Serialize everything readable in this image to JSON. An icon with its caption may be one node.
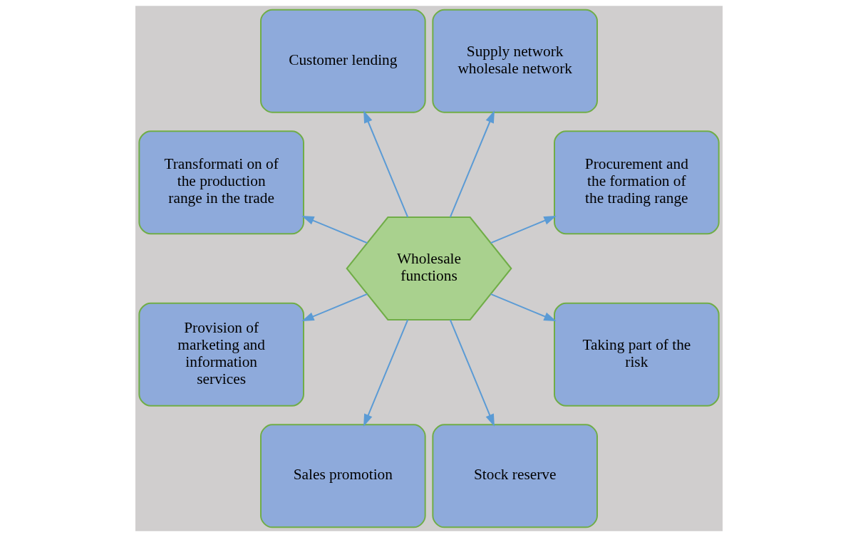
{
  "diagram": {
    "nodes": [
      {
        "text": [
          "Procurement and the formation of the trading range"
        ]
      },
      {
        "text": [
          "Supply network wholesale network"
        ]
      },
      {
        "text": [
          "Customer lending"
        ]
      },
      {
        "text": [
          "Transformati on of the production range in the trade"
        ]
      },
      {
        "text": [
          "Wholesale functions"
        ]
      },
      {
        "text": [
          "Provision of marketing and information services"
        ]
      },
      {
        "text": [
          "Sales promotion"
        ]
      },
      {
        "text": [
          "Stock reserve"
        ]
      },
      {
        "text": [
          "Taking part of the risk"
        ]
      }
    ],
    "edges": [
      {
        "from": 4,
        "to": 0,
        "arrow": "to"
      },
      {
        "from": 4,
        "to": 1,
        "arrow": "to"
      },
      {
        "from": 4,
        "to": 2,
        "arrow": "to"
      },
      {
        "from": 4,
        "to": 3,
        "arrow": "to"
      },
      {
        "from": 4,
        "to": 5,
        "arrow": "to"
      },
      {
        "from": 4,
        "to": 6,
        "arrow": "to"
      },
      {
        "from": 4,
        "to": 7,
        "arrow": "to"
      },
      {
        "from": 4,
        "to": 8,
        "arrow": "to"
      }
    ]
  }
}
